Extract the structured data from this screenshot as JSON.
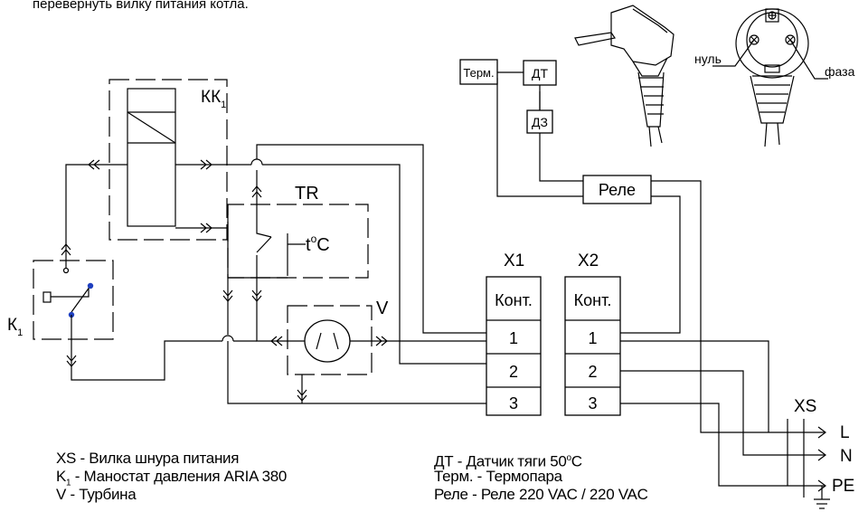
{
  "top_note": "перевернуть вилку питания котла.",
  "labels": {
    "kk": "КК",
    "kk_sub": "1",
    "tr": "TR",
    "temp_symbol": "t",
    "temp_deg": "o",
    "temp_unit": "C",
    "k": "К",
    "k_sub": "1",
    "v": "V",
    "x1": "X1",
    "x2": "X2",
    "xs": "XS",
    "term": "Терм.",
    "dt": "ДТ",
    "dz": "ДЗ",
    "rele": "Реле",
    "null": "нуль",
    "phase": "фаза",
    "l": "L",
    "n": "N",
    "pe": "PE"
  },
  "terminals": {
    "x1": {
      "header": "Конт.",
      "pins": [
        "1",
        "2",
        "3"
      ]
    },
    "x2": {
      "header": "Конт.",
      "pins": [
        "1",
        "2",
        "3"
      ]
    }
  },
  "legend_left": [
    {
      "pre": "XS - Вилка шнура питания",
      "sub": "",
      "post": ""
    },
    {
      "pre": "K",
      "sub": "1",
      "post": " - Маностат давления ARIA 380"
    },
    {
      "pre": "V - Турбина",
      "sub": "",
      "post": ""
    }
  ],
  "legend_right": [
    {
      "pre": "ДТ - Датчик тяги 50",
      "sup": "o",
      "post": "C"
    },
    {
      "pre": "Терм. - Термопара",
      "sup": "",
      "post": ""
    },
    {
      "pre": "Реле - Реле 220 VAC / 220 VAC",
      "sup": "",
      "post": ""
    }
  ],
  "colors": {
    "line": "#000000",
    "contact_dot": "#1f3fbf",
    "background": "#ffffff"
  }
}
